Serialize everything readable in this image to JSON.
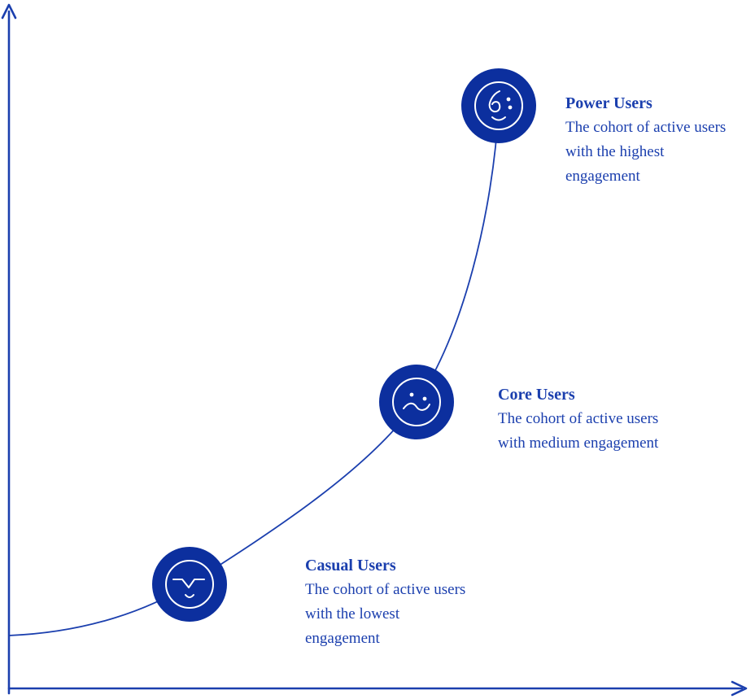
{
  "colors": {
    "accent": "#1b3fae",
    "marker": "#0c2f9e",
    "text": "#1b3fae"
  },
  "cohorts": [
    {
      "title": "Casual Users",
      "description": "The cohort of active users with the lowest engagement",
      "icon": "casual-user-face-icon"
    },
    {
      "title": "Core Users",
      "description": "The cohort of active users with medium engagement",
      "icon": "core-user-face-icon"
    },
    {
      "title": "Power Users",
      "description": "The cohort of active users with the highest engagement",
      "icon": "power-user-face-icon"
    }
  ]
}
